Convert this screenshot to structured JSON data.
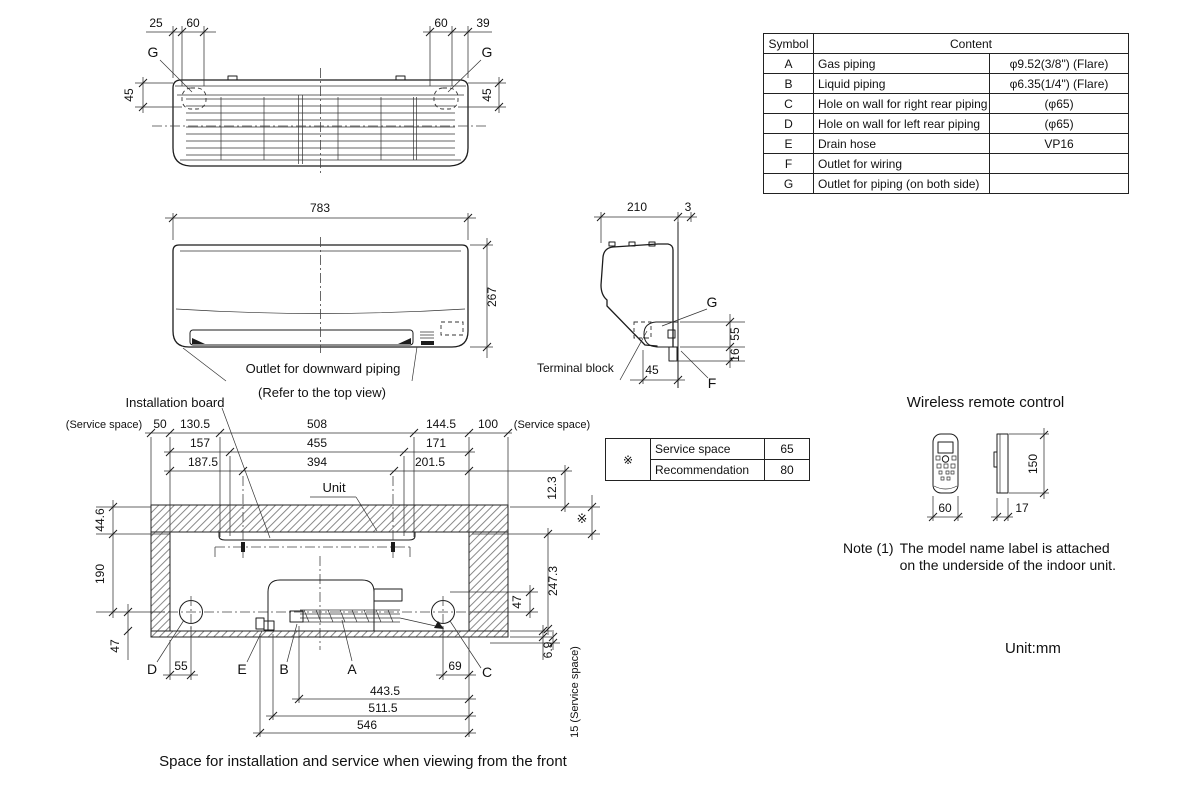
{
  "colors": {
    "ink": "#1c1c1c",
    "background": "#ffffff"
  },
  "symbol_table": {
    "col_symbol": "Symbol",
    "col_content": "Content",
    "rows": [
      {
        "symbol": "A",
        "content": "Gas piping",
        "value": "φ9.52(3/8\") (Flare)"
      },
      {
        "symbol": "B",
        "content": "Liquid piping",
        "value": "φ6.35(1/4\") (Flare)"
      },
      {
        "symbol": "C",
        "content": "Hole on wall for right rear piping",
        "value": "(φ65)"
      },
      {
        "symbol": "D",
        "content": "Hole on wall for left rear piping",
        "value": "(φ65)"
      },
      {
        "symbol": "E",
        "content": "Drain hose",
        "value": "VP16"
      },
      {
        "symbol": "F",
        "content": "Outlet for wiring",
        "value": ""
      },
      {
        "symbol": "G",
        "content": "Outlet for piping (on both side)",
        "value": ""
      }
    ]
  },
  "service_table": {
    "mark": "※",
    "rows": [
      {
        "label": "Service space",
        "value": "65"
      },
      {
        "label": "Recommendation",
        "value": "80"
      }
    ]
  },
  "top_view": {
    "d25": "25",
    "d60l": "60",
    "d60r": "60",
    "d39": "39",
    "d45l": "45",
    "d45r": "45",
    "gl": "G",
    "gr": "G"
  },
  "front_view": {
    "d783": "783",
    "d267": "267",
    "outlet_line1": "Outlet for downward piping",
    "outlet_line2": "(Refer to the top view)"
  },
  "side_view": {
    "d210": "210",
    "d3": "3",
    "g": "G",
    "d55": "55",
    "d16": "16",
    "d45": "45",
    "f": "F",
    "terminal": "Terminal block"
  },
  "install": {
    "service_left": "(Service space)",
    "service_right": "(Service space)",
    "d50": "50",
    "d130_5": "130.5",
    "d508": "508",
    "d144_5": "144.5",
    "d100": "100",
    "d157": "157",
    "d455": "455",
    "d171": "171",
    "d187_5": "187.5",
    "d394": "394",
    "d201_5": "201.5",
    "board": "Installation board",
    "unit": "Unit",
    "d44_6": "44.6",
    "d190": "190",
    "d47l": "47",
    "d12_3": "12.3",
    "mark": "※",
    "d247_3": "247.3",
    "d47r": "47",
    "d6_9": "6.9",
    "d15": "15 (Service space)",
    "D": "D",
    "d55": "55",
    "E": "E",
    "B": "B",
    "A": "A",
    "d69": "69",
    "C": "C",
    "d443_5": "443.5",
    "d511_5": "511.5",
    "d546": "546",
    "caption": "Space for installation and service when viewing from the front"
  },
  "remote": {
    "title": "Wireless remote control",
    "d60": "60",
    "d150": "150",
    "d17": "17"
  },
  "note": {
    "prefix": "Note (1)",
    "line1": "The model name label is attached",
    "line2": "on the underside of the indoor unit."
  },
  "unit_label": "Unit:mm"
}
